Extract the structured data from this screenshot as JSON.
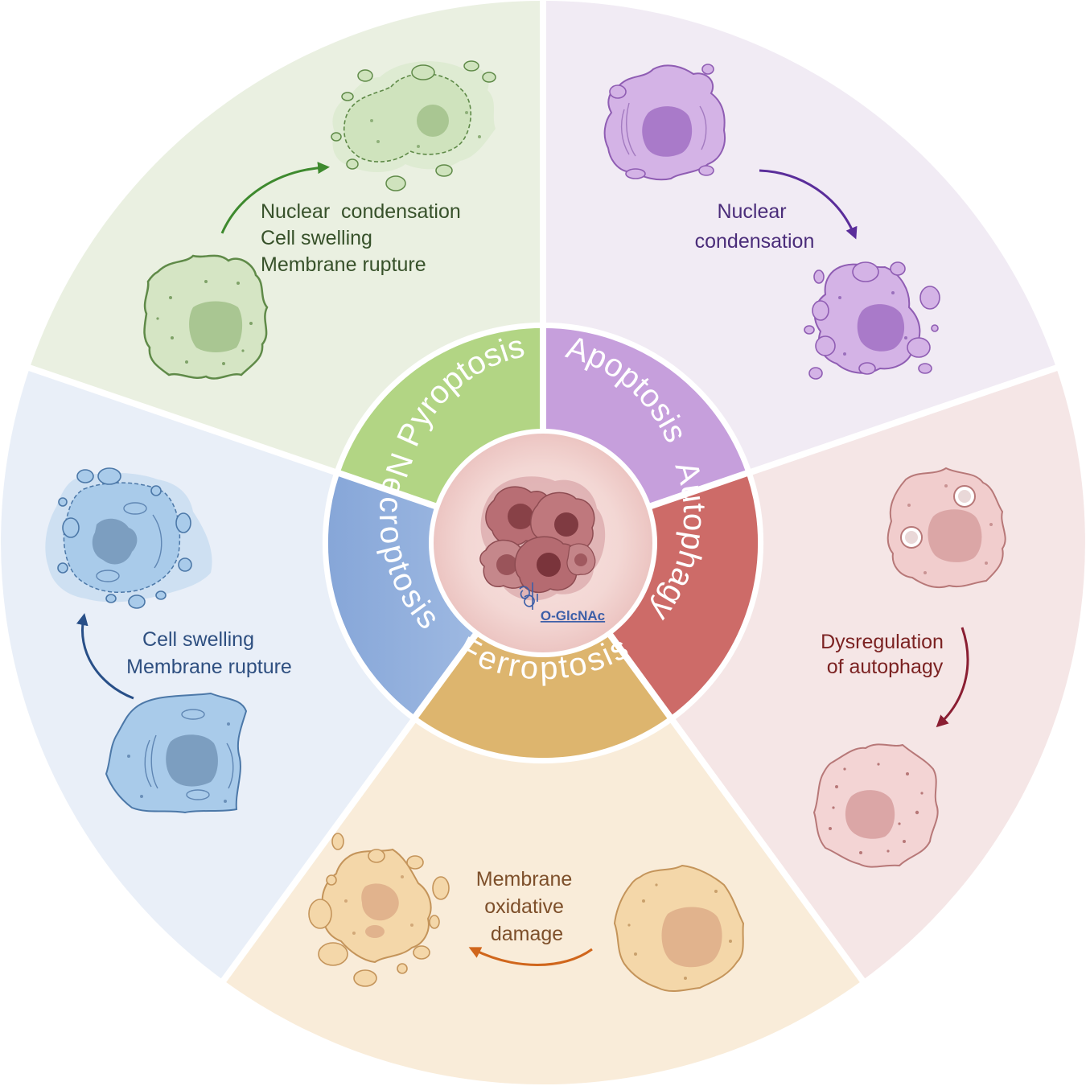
{
  "center": {
    "label": "O-GlcNAc"
  },
  "segments": [
    {
      "key": "pyroptosis",
      "name": "Pyroptosis",
      "caption": [
        "Nuclear  condensation",
        "Cell swelling",
        "Membrane rupture"
      ],
      "colors": {
        "outer": "#eaf0e1",
        "ring": "#b2d584",
        "cell": "#d5e5c4",
        "stroke": "#5f8a48",
        "nucleus": "#a9c692",
        "text": "#37512a",
        "arrow": "#3e8a2e"
      }
    },
    {
      "key": "apoptosis",
      "name": "Apoptosis",
      "caption": [
        "Nuclear",
        "condensation"
      ],
      "colors": {
        "outer": "#f1ebf4",
        "ring": "#c69fdc",
        "cell": "#d4b3e6",
        "stroke": "#8f5db3",
        "nucleus": "#a97ac9",
        "text": "#4b2d7a",
        "arrow": "#5a2d9a"
      }
    },
    {
      "key": "autophagy",
      "name": "Autophagy",
      "caption": [
        "Dysregulation",
        "of autophagy"
      ],
      "colors": {
        "outer": "#f5e6e6",
        "ring": "#cd6b68",
        "cell": "#f1cdcd",
        "stroke": "#b77878",
        "nucleus": "#dba6a6",
        "text": "#7b2222",
        "arrow": "#8a1e32"
      }
    },
    {
      "key": "ferroptosis",
      "name": "Ferroptosis",
      "caption": [
        "Membrane",
        "oxidative",
        "damage"
      ],
      "colors": {
        "outer": "#f9ecd9",
        "ring": "#ddb56e",
        "cell": "#f4d7a9",
        "stroke": "#c4945a",
        "nucleus": "#e1b38d",
        "text": "#7d4f2a",
        "arrow": "#d0661c"
      }
    },
    {
      "key": "necroptosis",
      "name": "Necroptosis",
      "caption": [
        "Cell swelling",
        "Membrane rupture"
      ],
      "colors": {
        "outer": "#e9eff8",
        "ring": "#8aaad8",
        "cell": "#a9cbea",
        "stroke": "#4c78a8",
        "nucleus": "#7c9ec0",
        "text": "#2e4f80",
        "arrow": "#284f88"
      }
    }
  ]
}
